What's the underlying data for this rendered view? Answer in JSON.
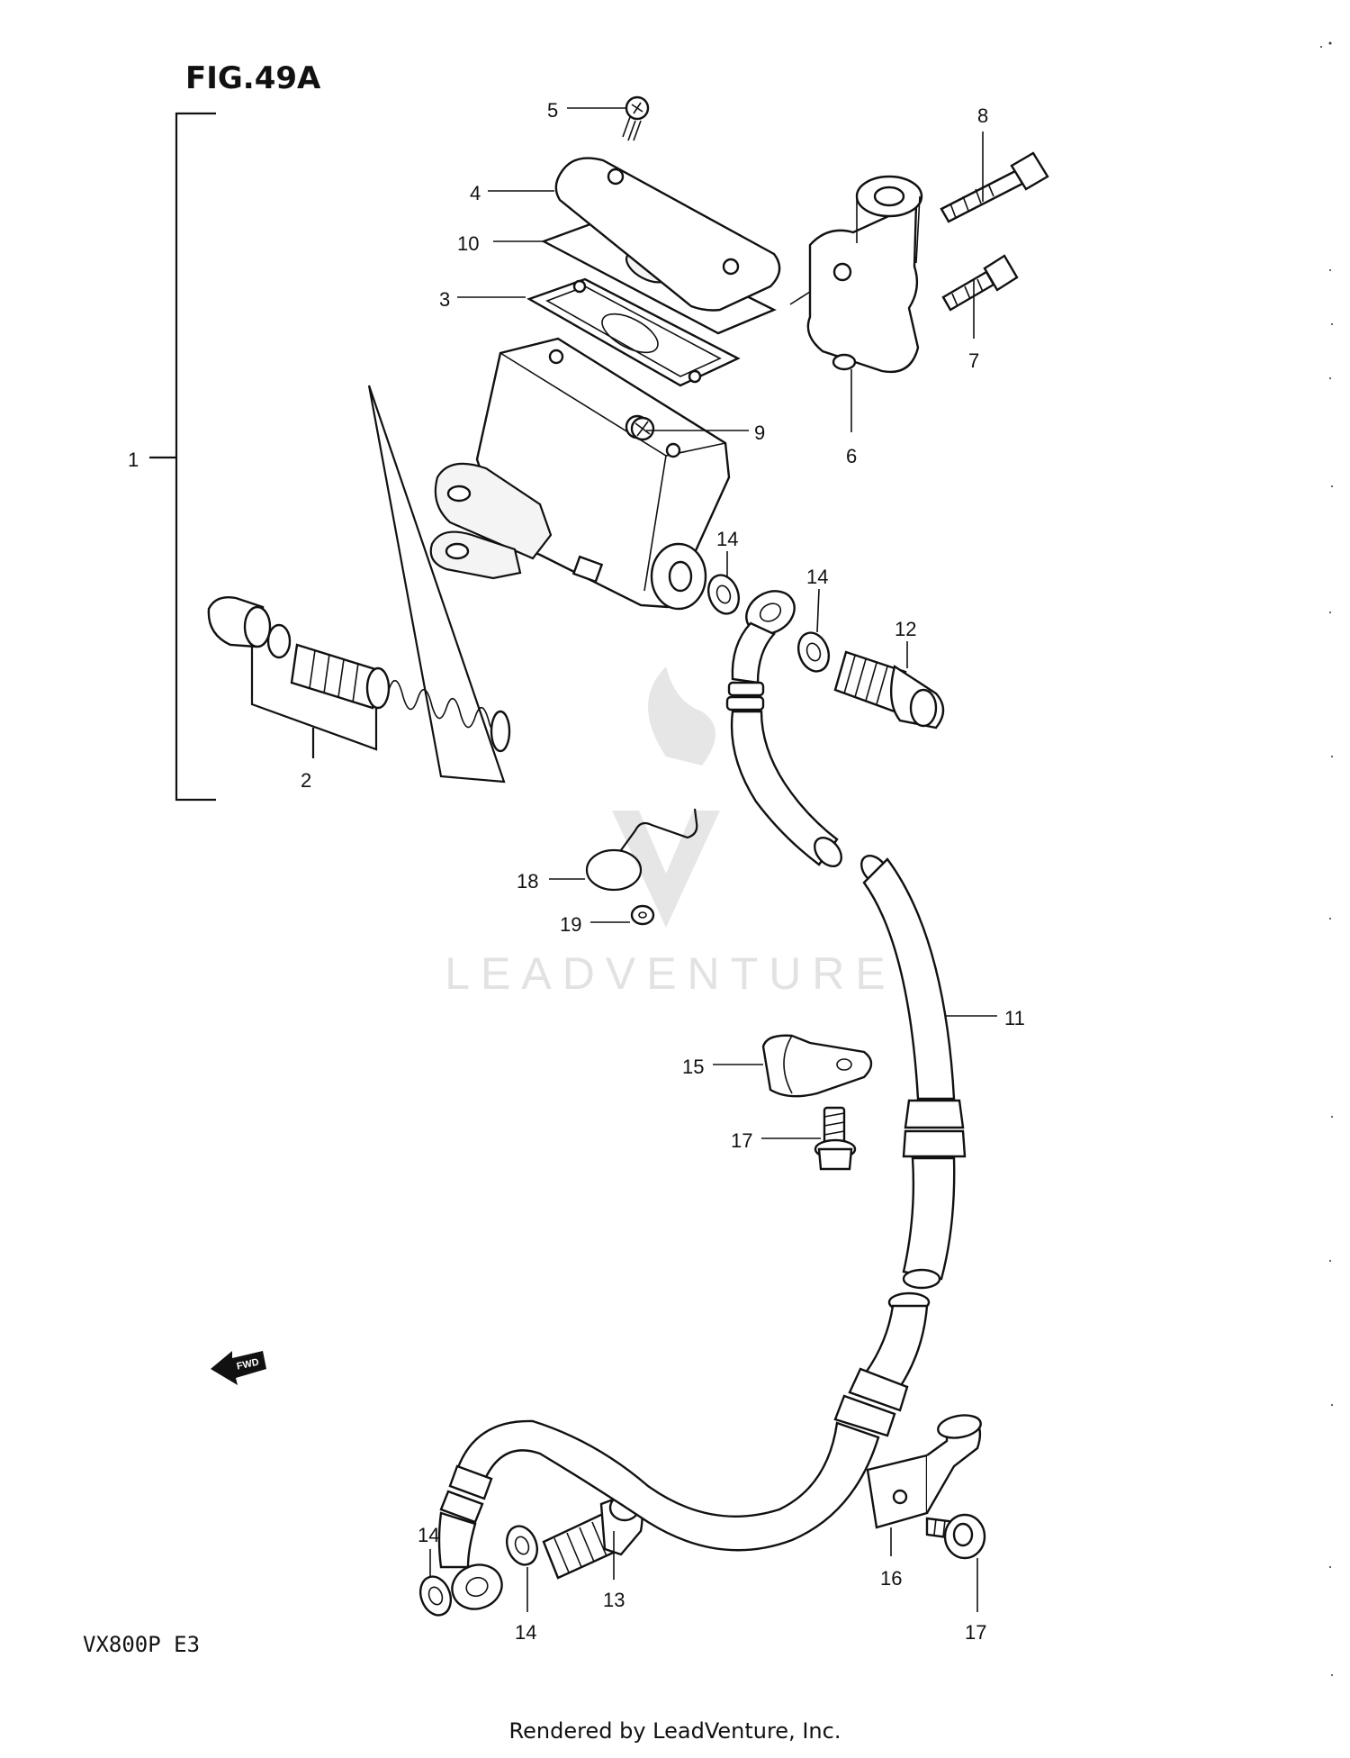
{
  "figure_title": "FIG.49A",
  "model_code": "VX800P  E3",
  "footer": "Rendered by LeadVenture, Inc.",
  "watermark": "LEADVENTURE",
  "fwd_label": "FWD",
  "callouts": {
    "c1": "1",
    "c2": "2",
    "c3": "3",
    "c4": "4",
    "c5": "5",
    "c6": "6",
    "c7": "7",
    "c8": "8",
    "c9": "9",
    "c10": "10",
    "c11": "11",
    "c12": "12",
    "c13": "13",
    "c14a": "14",
    "c14b": "14",
    "c14c": "14",
    "c14d": "14",
    "c15": "15",
    "c16": "16",
    "c17a": "17",
    "c17b": "17",
    "c18": "18",
    "c19": "19"
  }
}
